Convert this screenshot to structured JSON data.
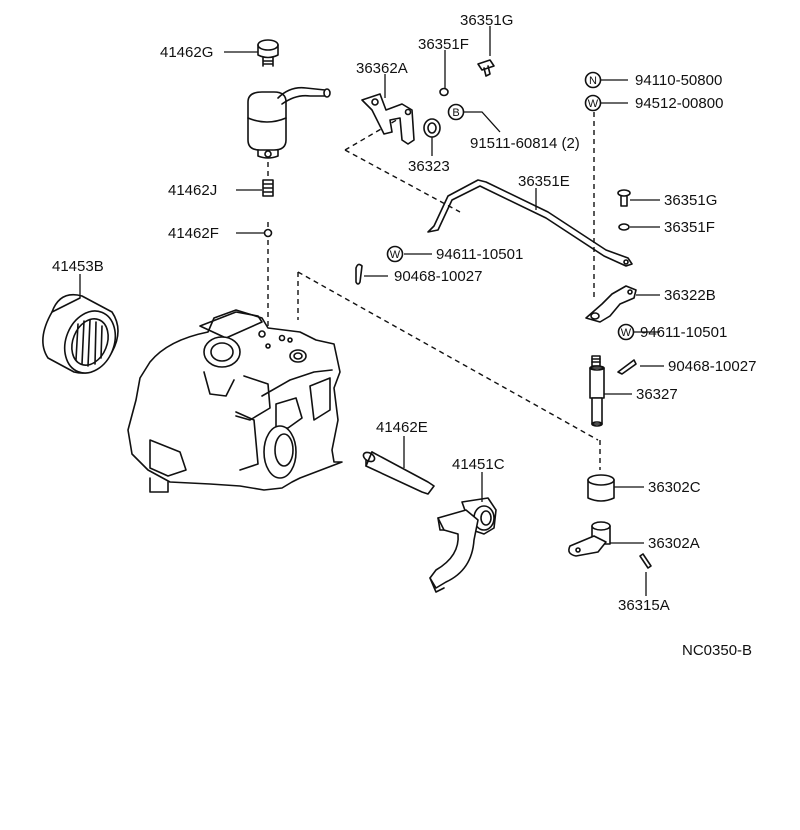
{
  "diagram": {
    "labels": {
      "p41462G": "41462G",
      "p41462J": "41462J",
      "p41462F": "41462F",
      "p41453B": "41453B",
      "p36351G_top": "36351G",
      "p36351F_top": "36351F",
      "p36362A": "36362A",
      "p91511": "91511-60814 (2)",
      "p36323": "36323",
      "p94110": "94110-50800",
      "p94512": "94512-00800",
      "p36351E": "36351E",
      "p36351G_mid": "36351G",
      "p36351F_mid": "36351F",
      "p94611_left": "94611-10501",
      "p90468_left": "90468-10027",
      "p36322B": "36322B",
      "p94611_right": "94611-10501",
      "p90468_right": "90468-10027",
      "p36327": "36327",
      "p41462E": "41462E",
      "p41451C": "41451C",
      "p36302C": "36302C",
      "p36302A": "36302A",
      "p36315A": "36315A",
      "ref_code": "NC0350-B"
    },
    "symbols": {
      "bolt": "B",
      "nut": "N",
      "washer": "W"
    }
  }
}
